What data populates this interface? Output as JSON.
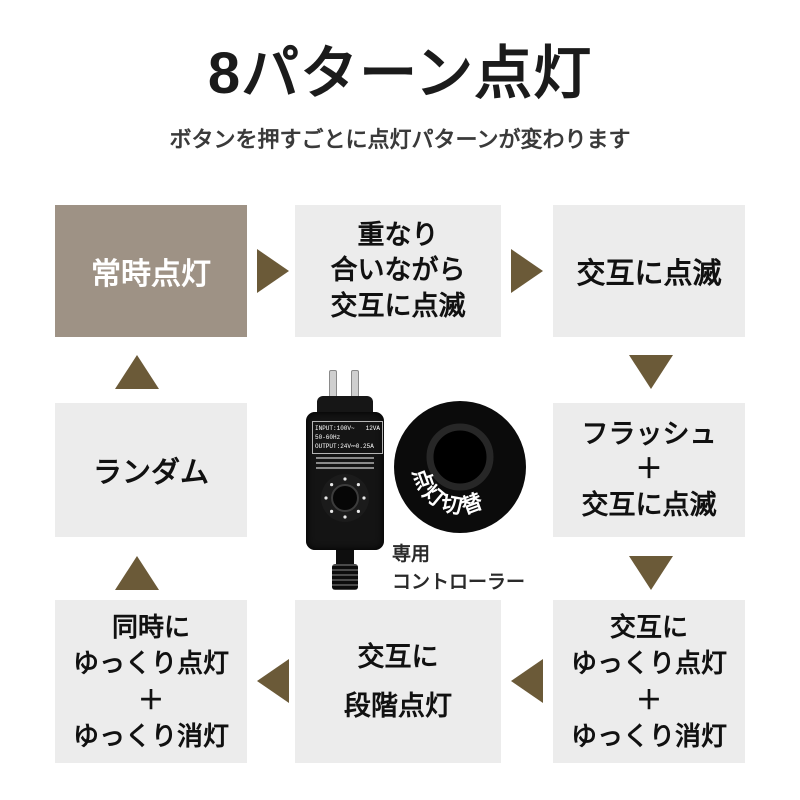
{
  "title": "8パターン点灯",
  "subtitle": "ボタンを押すごとに点灯パターンが変わります",
  "flow": {
    "steady": {
      "lines": [
        "常時点灯"
      ]
    },
    "overlap": {
      "lines": [
        "重なり",
        "合いながら",
        "交互に点滅"
      ]
    },
    "alternate": {
      "lines": [
        "交互に点滅"
      ]
    },
    "flash": {
      "lines": [
        "フラッシュ",
        "＋",
        "交互に点滅"
      ]
    },
    "alt_slow": {
      "lines": [
        "交互に",
        "ゆっくり点灯",
        "＋",
        "ゆっくり消灯"
      ]
    },
    "step": {
      "lines": [
        "交互に",
        "段階点灯"
      ]
    },
    "sim_slow": {
      "lines": [
        "同時に",
        "ゆっくり点灯",
        "＋",
        "ゆっくり消灯"
      ]
    },
    "random": {
      "lines": [
        "ランダム"
      ]
    }
  },
  "controller": {
    "caption_line1": "専用",
    "caption_line2": "コントローラー",
    "button_label": "点灯切替",
    "label_input": "INPUT:100V~ 50-60Hz",
    "label_input_va": "12VA",
    "label_output": "OUTPUT:24V⎓0.25A"
  },
  "colors": {
    "highlight_bg": "#9e9285",
    "box_bg": "#ececec",
    "arrow": "#6b5a38",
    "title_color": "#1b1b1b"
  }
}
